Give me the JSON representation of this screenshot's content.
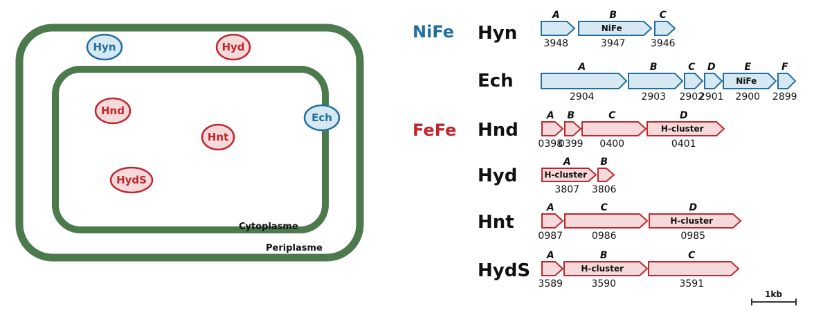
{
  "cell": {
    "compartments": [
      "Cytoplasme",
      "Periplasme"
    ],
    "enzymes": [
      {
        "label": "Hyn",
        "class": "NiFe"
      },
      {
        "label": "Hyd",
        "class": "FeFe"
      },
      {
        "label": "Hnd",
        "class": "FeFe"
      },
      {
        "label": "Hnt",
        "class": "FeFe"
      },
      {
        "label": "HydS",
        "class": "FeFe"
      },
      {
        "label": "Ech",
        "class": "NiFe"
      }
    ]
  },
  "colors": {
    "NiFe": "#1f6f9f",
    "FeFe": "#c0262b",
    "NiFe_fill": "#d6e9f2",
    "FeFe_fill": "#f6d9da",
    "membrane": "#4d7a4d"
  },
  "classes": [
    {
      "label": "NiFe"
    },
    {
      "label": "FeFe"
    }
  ],
  "operons": [
    {
      "name": "Hyn",
      "class": "NiFe",
      "genes": [
        {
          "letter": "A",
          "id": "3948",
          "inner": ""
        },
        {
          "letter": "B",
          "id": "3947",
          "inner": "NiFe"
        },
        {
          "letter": "C",
          "id": "3946",
          "inner": ""
        }
      ]
    },
    {
      "name": "Ech",
      "class": "NiFe",
      "genes": [
        {
          "letter": "A",
          "id": "2904",
          "inner": ""
        },
        {
          "letter": "B",
          "id": "2903",
          "inner": ""
        },
        {
          "letter": "C",
          "id": "2902",
          "inner": ""
        },
        {
          "letter": "D",
          "id": "2901",
          "inner": ""
        },
        {
          "letter": "E",
          "id": "2900",
          "inner": "NiFe"
        },
        {
          "letter": "F",
          "id": "2899",
          "inner": ""
        }
      ]
    },
    {
      "name": "Hnd",
      "class": "FeFe",
      "genes": [
        {
          "letter": "A",
          "id": "0398",
          "inner": ""
        },
        {
          "letter": "B",
          "id": "0399",
          "inner": ""
        },
        {
          "letter": "C",
          "id": "0400",
          "inner": ""
        },
        {
          "letter": "D",
          "id": "0401",
          "inner": "H-cluster"
        }
      ]
    },
    {
      "name": "Hyd",
      "class": "FeFe",
      "genes": [
        {
          "letter": "A",
          "id": "3807",
          "inner": "H-cluster"
        },
        {
          "letter": "B",
          "id": "3806",
          "inner": ""
        }
      ]
    },
    {
      "name": "Hnt",
      "class": "FeFe",
      "genes": [
        {
          "letter": "A",
          "id": "0987",
          "inner": ""
        },
        {
          "letter": "C",
          "id": "0986",
          "inner": ""
        },
        {
          "letter": "D",
          "id": "0985",
          "inner": "H-cluster"
        }
      ]
    },
    {
      "name": "HydS",
      "class": "FeFe",
      "genes": [
        {
          "letter": "A",
          "id": "3589",
          "inner": ""
        },
        {
          "letter": "B",
          "id": "3590",
          "inner": "H-cluster"
        },
        {
          "letter": "C",
          "id": "3591",
          "inner": ""
        }
      ]
    }
  ],
  "scale_bar": {
    "label": "1kb"
  }
}
